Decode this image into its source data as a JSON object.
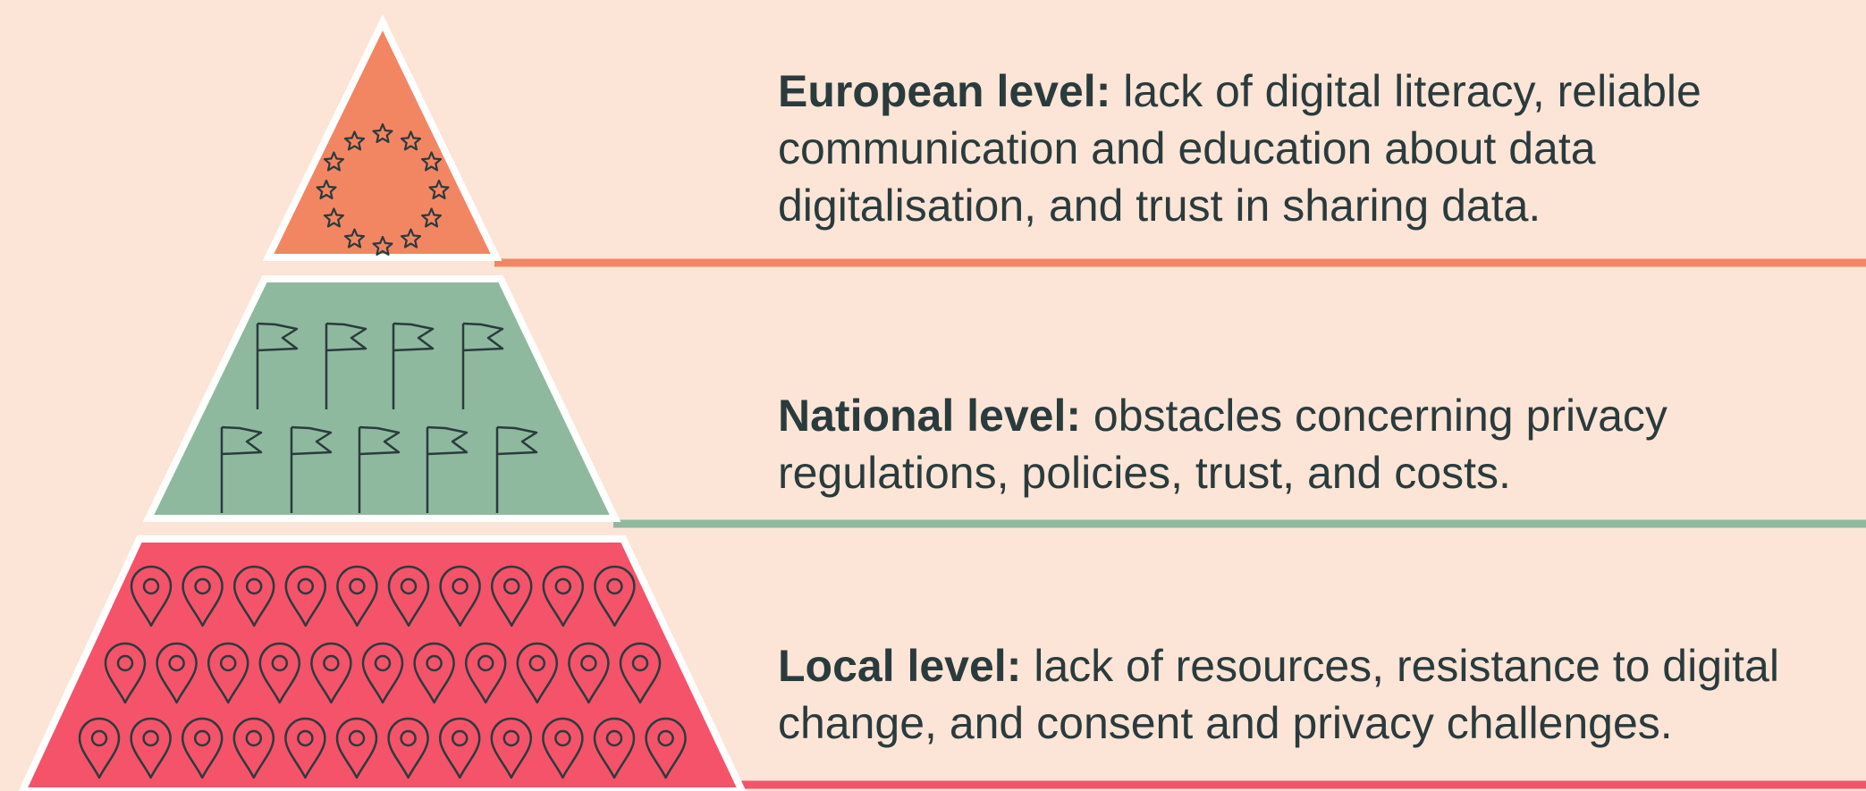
{
  "colors": {
    "background": "#fce5d6",
    "european": "#f28663",
    "national": "#8fb99e",
    "local": "#f4536a",
    "outline": "#ffffff",
    "text": "#2a3b3e"
  },
  "levels": [
    {
      "key": "european",
      "label": "European level:",
      "description": " lack of digital literacy, reliable communication and education about data digitalisation, and trust in sharing data.",
      "icon": "star-icon",
      "icon_count": 12
    },
    {
      "key": "national",
      "label": "National level:",
      "description": " obstacles concerning privacy regulations, policies, trust, and costs.",
      "icon": "flag-icon",
      "icon_count": 9
    },
    {
      "key": "local",
      "label": "Local level:",
      "description": " lack of resources, resistance to digital change, and consent and privacy challenges.",
      "icon": "map-pin-icon",
      "icon_count": 33
    }
  ]
}
